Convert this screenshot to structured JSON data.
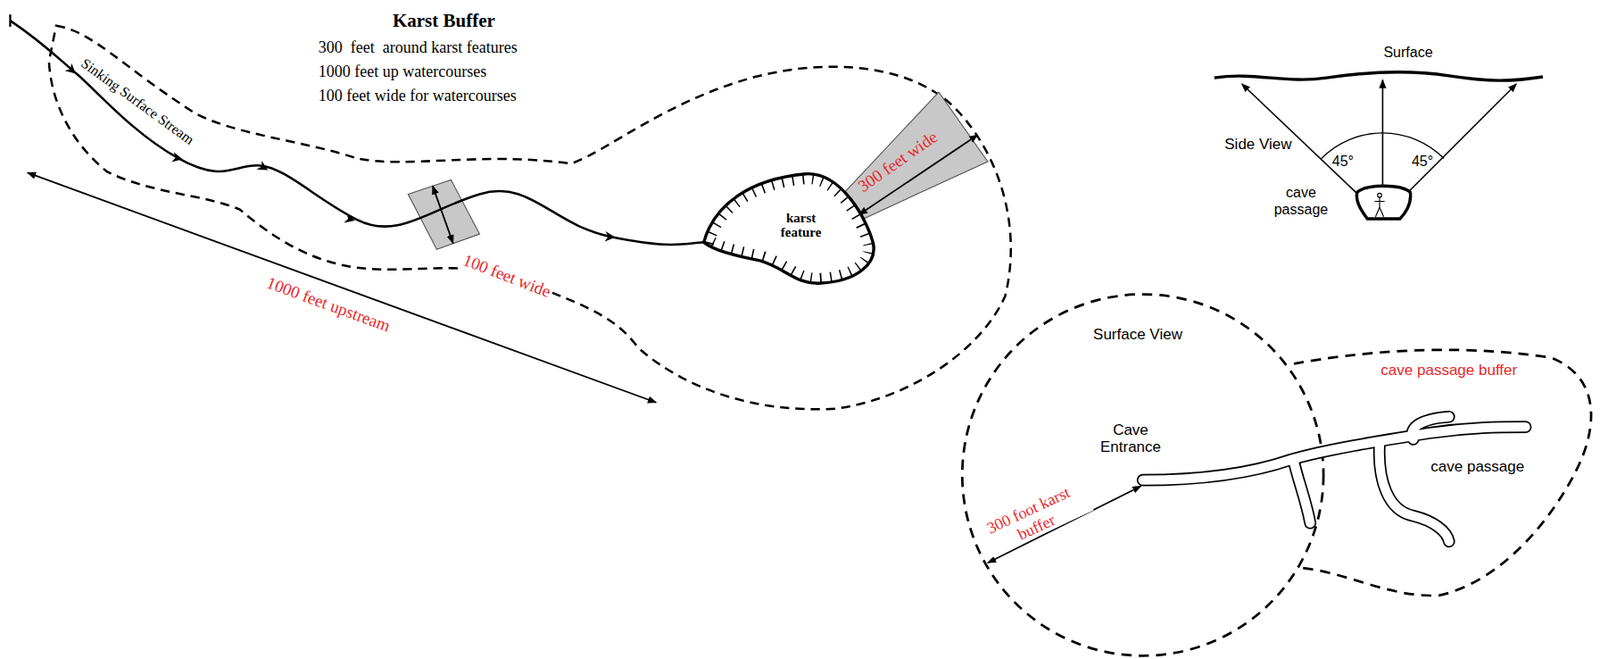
{
  "diagram": {
    "title": "Karst Buffer",
    "nodes": [
      {
        "text": [
          "karst feature"
        ]
      }
    ],
    "edges": [],
    "labels": [
      "300  feet  around karst features",
      "1000 feet up watercourses",
      "100 feet wide for watercourses",
      "Sinking Surface Stream",
      "100 feet wide",
      "1000 feet upstream",
      "300 feet wide",
      "Surface",
      "Side View",
      "45°",
      "45°",
      "cave passage",
      "Surface View",
      "Cave Entrance",
      "300 foot karst buffer",
      "cave passage buffer",
      "cave passage"
    ]
  }
}
